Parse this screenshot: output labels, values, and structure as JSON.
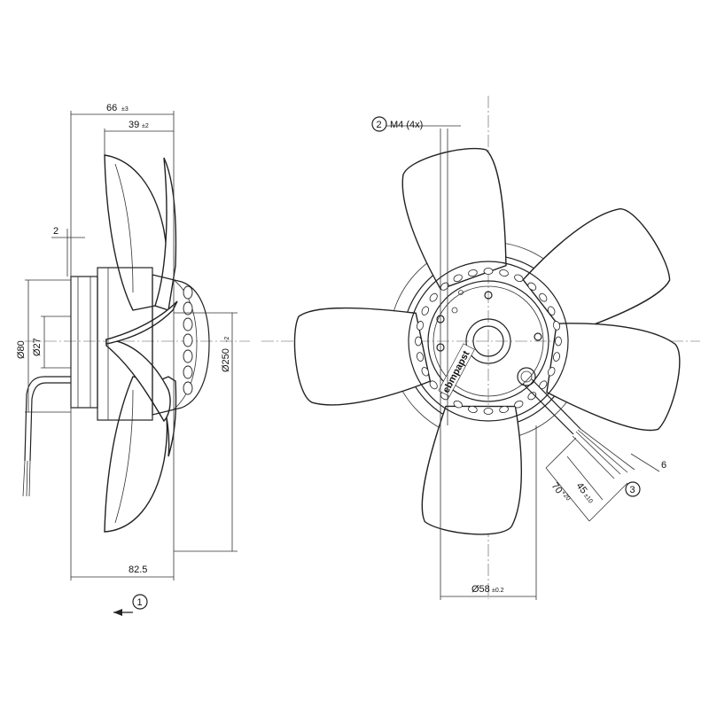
{
  "side_view": {
    "dim_66": "66",
    "dim_66_tol": "±3",
    "dim_39": "39",
    "dim_39_tol": "±2",
    "dim_2": "2",
    "dim_80": "Ø80",
    "dim_27": "Ø27",
    "dim_250": "Ø250",
    "dim_250_tol": "-2",
    "dim_82_5": "82.5"
  },
  "front_view": {
    "callout_2_num": "2",
    "callout_2_text": "M4 (4x)",
    "dim_58": "Ø58",
    "dim_58_tol": "±0.2",
    "dim_70": "70",
    "dim_70_tol": "+20",
    "dim_45": "45",
    "dim_45_tol": "±10",
    "dim_6": "6",
    "callout_3_num": "3",
    "logo_text": "ebmpapst"
  },
  "airflow": {
    "callout_1_num": "1"
  }
}
